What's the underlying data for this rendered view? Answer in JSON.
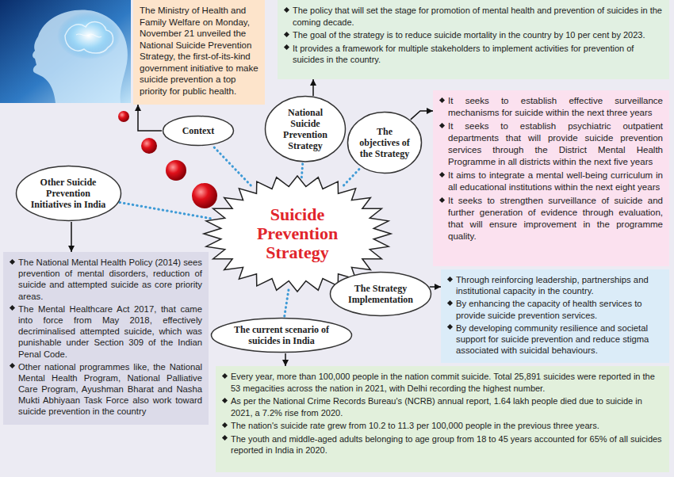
{
  "diagram": {
    "nodes": [
      {
        "text": [
          "The Ministry of Health and Family Welfare on Monday, November 21 unveiled the National Suicide Prevention Strategy, the first-of-its-kind government initiative to make suicide prevention a top priority for public health."
        ]
      },
      {
        "text": [
          "The policy that will set the stage for promotion of mental health and prevention of suicides in the coming decade.",
          "The goal of the strategy is to reduce suicide mortality in the country by 10 per cent by 2023.",
          "It provides a framework for multiple stakeholders to implement activities for prevention of suicides in the country."
        ]
      },
      {
        "text": [
          "It seeks to establish effective surveillance mechanisms for suicide within the next three years",
          "It seeks to establish psychiatric outpatient departments that will provide suicide prevention services through the District Mental Health Programme in all districts within the next five years",
          "It aims to integrate a mental well-being curriculum in all educational institutions within the next eight years",
          "It seeks to strengthen surveillance of suicide and further generation of evidence through evaluation, that will ensure improvement in the programme quality."
        ]
      },
      {
        "text": [
          "Context"
        ]
      },
      {
        "text": [
          "National Suicide Prevention Strategy"
        ]
      },
      {
        "text": [
          "The objectives of the Strategy"
        ]
      },
      {
        "text": [
          "Other Suicide Prevention Initiatives in India"
        ]
      },
      {
        "text": [
          "Suicide Prevention Strategy"
        ]
      },
      {
        "text": [
          "The Strategy Implementation"
        ]
      },
      {
        "text": [
          "Through reinforcing leadership, partnerships and institutional capacity in the country.",
          "By enhancing the capacity of health services to provide suicide prevention services.",
          "By developing community resilience and societal support for suicide prevention and reduce stigma associated with suicidal behaviours."
        ]
      },
      {
        "text": [
          "The current scenario of suicides in India"
        ]
      },
      {
        "text": [
          "The National Mental Health Policy (2014) sees prevention of mental disorders, reduction of suicide and attempted suicide as core priority areas.",
          "The Mental Healthcare Act 2017, that came into force from May 2018, effectively decriminalised attempted suicide, which was punishable under Section 309 of the Indian Penal Code.",
          "Other national programmes like, the National Mental Health Program, National Palliative Care Program, Ayushman Bharat and Nasha Mukti Abhiyaan Task Force also work toward suicide prevention in the country"
        ]
      },
      {
        "text": [
          "Every year, more than 100,000 people in the nation commit suicide. Total 25,891 suicides were reported in the 53 megacities across the nation in 2021, with Delhi recording the highest number.",
          "As per the National Crime Records Bureau's (NCRB) annual report, 1.64 lakh people died due to suicide in 2021, a 7.2% rise from 2020.",
          "The nation's suicide rate grew from 10.2 to 11.3 per 100,000 people in the previous three years.",
          "The youth and middle-aged adults belonging to age group from 18 to 45 years accounted for 65% of all suicides reported in India in 2020."
        ]
      }
    ],
    "edges": [
      {
        "from": 7,
        "to": 3,
        "arrow": "none"
      },
      {
        "from": 7,
        "to": 4,
        "arrow": "none"
      },
      {
        "from": 7,
        "to": 5,
        "arrow": "none"
      },
      {
        "from": 7,
        "to": 6,
        "arrow": "none"
      },
      {
        "from": 7,
        "to": 8,
        "arrow": "none"
      },
      {
        "from": 7,
        "to": 10,
        "arrow": "none"
      },
      {
        "from": 3,
        "to": 0,
        "arrow": "to"
      },
      {
        "from": 4,
        "to": 1,
        "arrow": "to"
      },
      {
        "from": 5,
        "to": 2,
        "arrow": "to"
      },
      {
        "from": 6,
        "to": 11,
        "arrow": "to"
      },
      {
        "from": 8,
        "to": 9,
        "arrow": "to"
      },
      {
        "from": 10,
        "to": 12,
        "arrow": "to"
      }
    ]
  }
}
